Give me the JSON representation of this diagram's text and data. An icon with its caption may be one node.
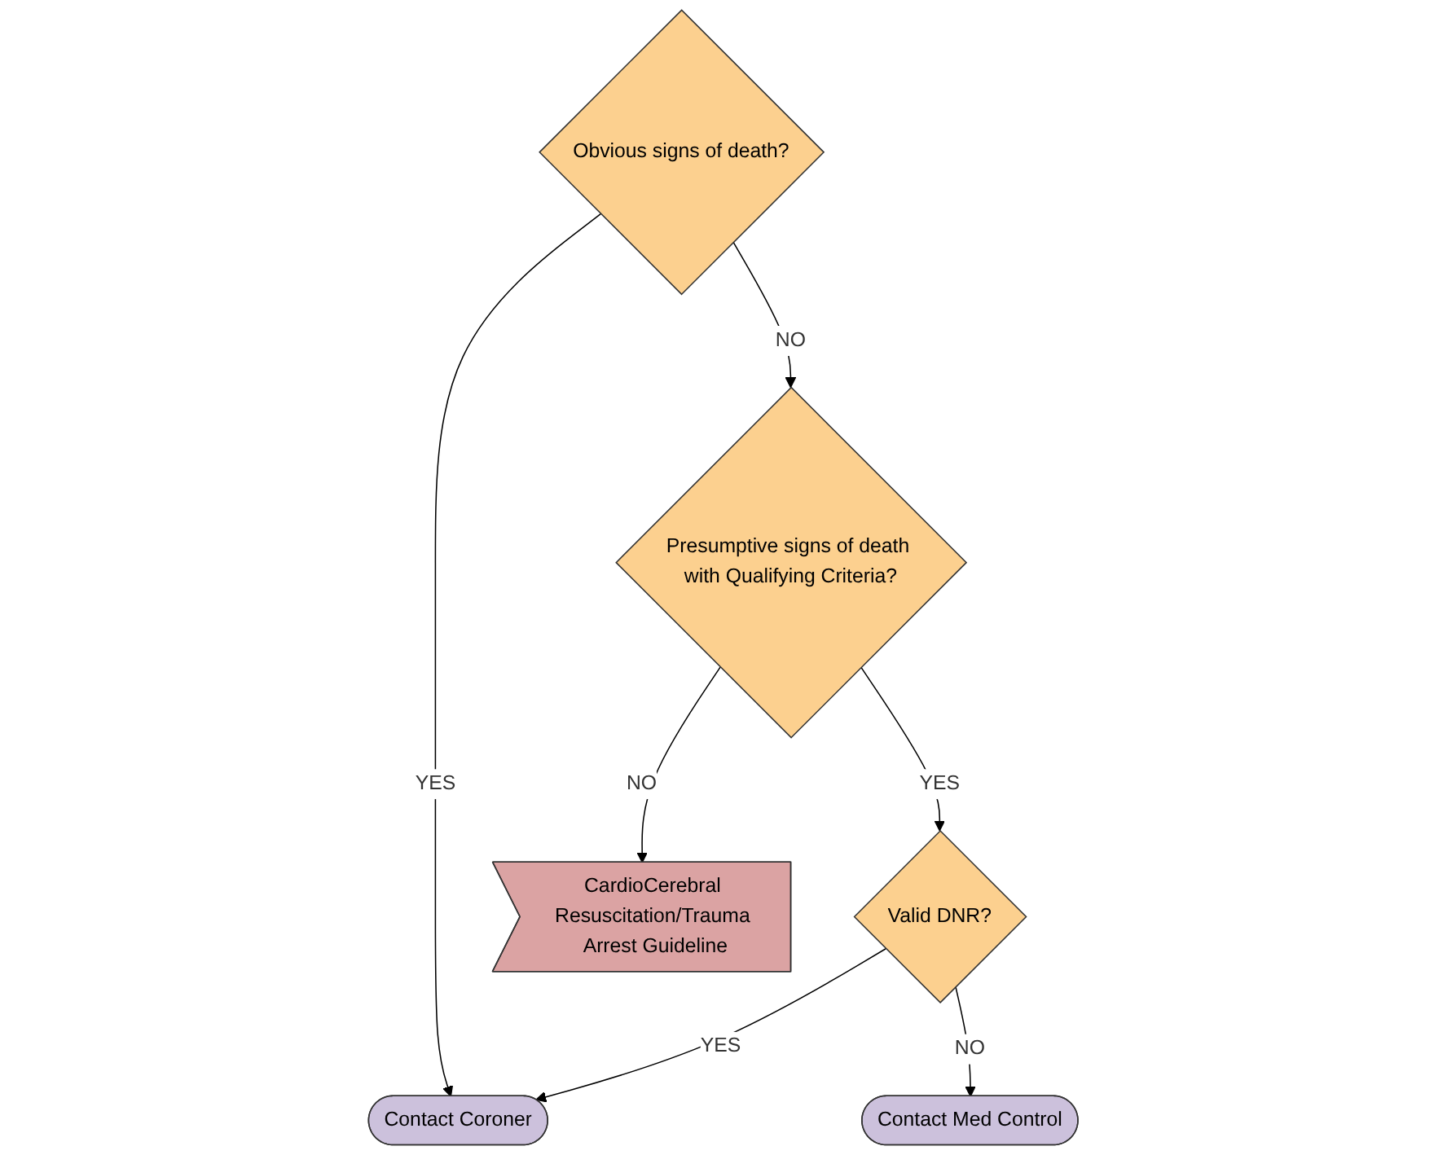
{
  "diagram": {
    "nodes": [
      {
        "text": [
          "Obvious signs of death?"
        ]
      },
      {
        "text": [
          "Presumptive signs of death with Qualifying Criteria?"
        ]
      },
      {
        "text": [
          "Valid DNR?"
        ]
      },
      {
        "text": [
          "Contact Coroner"
        ]
      },
      {
        "text": [
          "Contact Med Control"
        ]
      },
      {
        "text": [
          "CardioCerebral Resuscitation/Trauma Arrest Guideline"
        ]
      }
    ],
    "edges": [
      {
        "from": 0,
        "to": 3,
        "label": "YES",
        "arrow": "to"
      },
      {
        "from": 0,
        "to": 1,
        "label": "NO",
        "arrow": "to"
      },
      {
        "from": 1,
        "to": 2,
        "label": "YES",
        "arrow": "to"
      },
      {
        "from": 2,
        "to": 3,
        "label": "YES",
        "arrow": "to"
      },
      {
        "from": 2,
        "to": 4,
        "label": "NO",
        "arrow": "to"
      },
      {
        "from": 1,
        "to": 5,
        "label": "NO",
        "arrow": "to"
      }
    ]
  }
}
